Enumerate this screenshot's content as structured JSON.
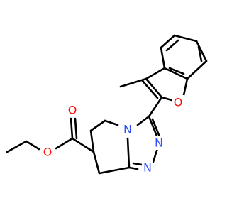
{
  "molecule": {
    "atoms": {
      "o_ester_carbonyl": {
        "symbol": "O",
        "color": "#ff0d0d"
      },
      "o_ester_ether": {
        "symbol": "O",
        "color": "#ff0d0d"
      },
      "o_furan": {
        "symbol": "O",
        "color": "#ff0d0d"
      },
      "n_ring": {
        "symbol": "N",
        "color": "#3050f8"
      },
      "n_triazole_upper": {
        "symbol": "N",
        "color": "#3050f8"
      },
      "n_triazole_lower": {
        "symbol": "N",
        "color": "#3050f8"
      }
    },
    "bond_color": "#000000"
  }
}
